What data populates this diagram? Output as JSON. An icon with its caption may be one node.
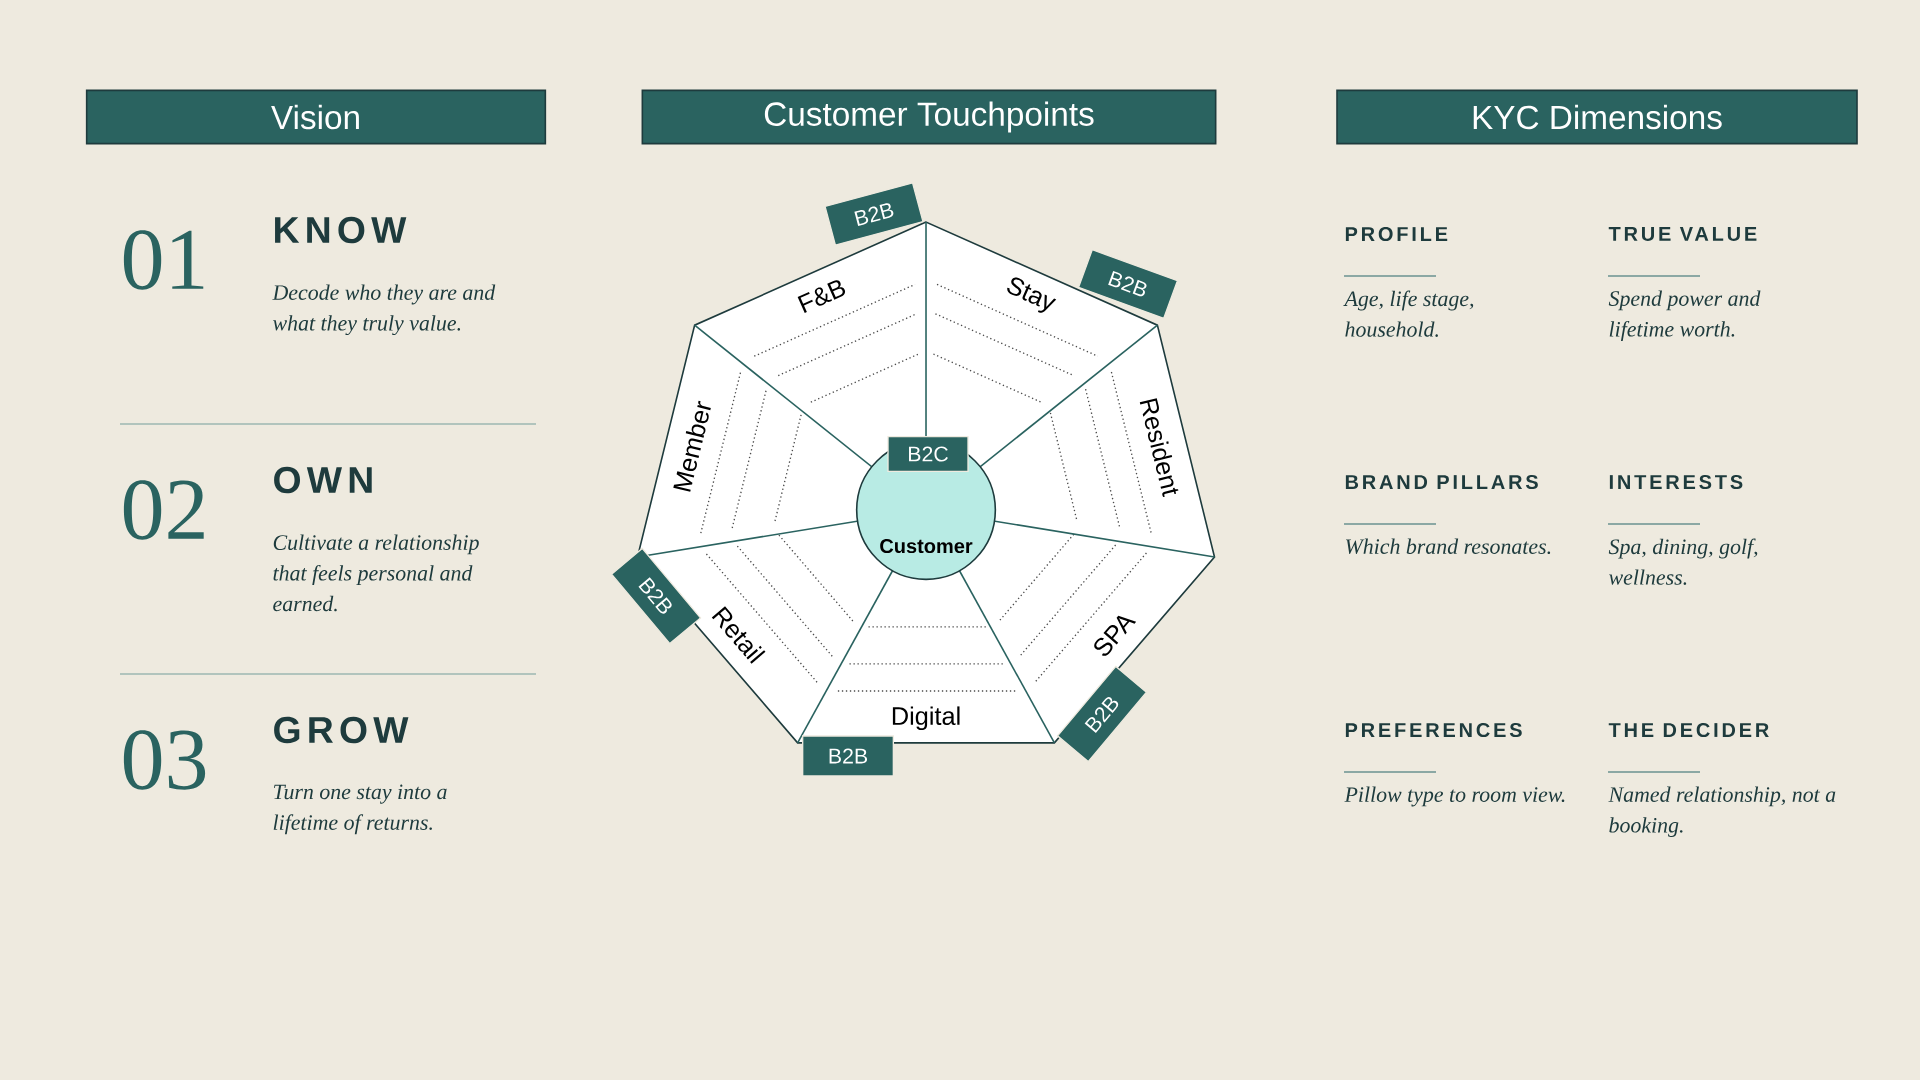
{
  "diagram": {
    "nodes": [
      {
        "text": [
          "Vision"
        ]
      },
      {
        "text": [
          "Customer Touchpoints"
        ]
      },
      {
        "text": [
          "KYC Dimensions"
        ]
      },
      {
        "text": [],
        "shape": "heptagon"
      },
      {
        "text": [
          "B2B"
        ]
      },
      {
        "text": [
          "B2B"
        ]
      },
      {
        "text": [
          "B2C"
        ],
        "in": 3
      },
      {
        "text": [
          "Customer"
        ],
        "in": 3
      },
      {
        "text": [
          "B2B"
        ]
      },
      {
        "text": [
          "B2B"
        ]
      },
      {
        "text": [
          "B2B"
        ]
      }
    ],
    "labels": [
      "01",
      "KNOW",
      "Decode who they are and what they truly value.",
      "02",
      "OWN",
      "Cultivate a relationship that feels personal and earned.",
      "03",
      "GROW",
      "Turn one stay into a lifetime of returns.",
      "F&B",
      "Stay",
      "Resident",
      "SPA",
      "Digital",
      "Retail",
      "Member",
      "PROFILE",
      "TRUE VALUE",
      "Age, life stage, household.",
      "Spend power and lifetime worth.",
      "BRAND PILLARS",
      "INTERESTS",
      "Which brand resonates.",
      "Spa, dining, golf, wellness.",
      "PREFERENCES",
      "THE DECIDER",
      "Pillow type to room view.",
      "Named relationship, not a booking."
    ]
  }
}
